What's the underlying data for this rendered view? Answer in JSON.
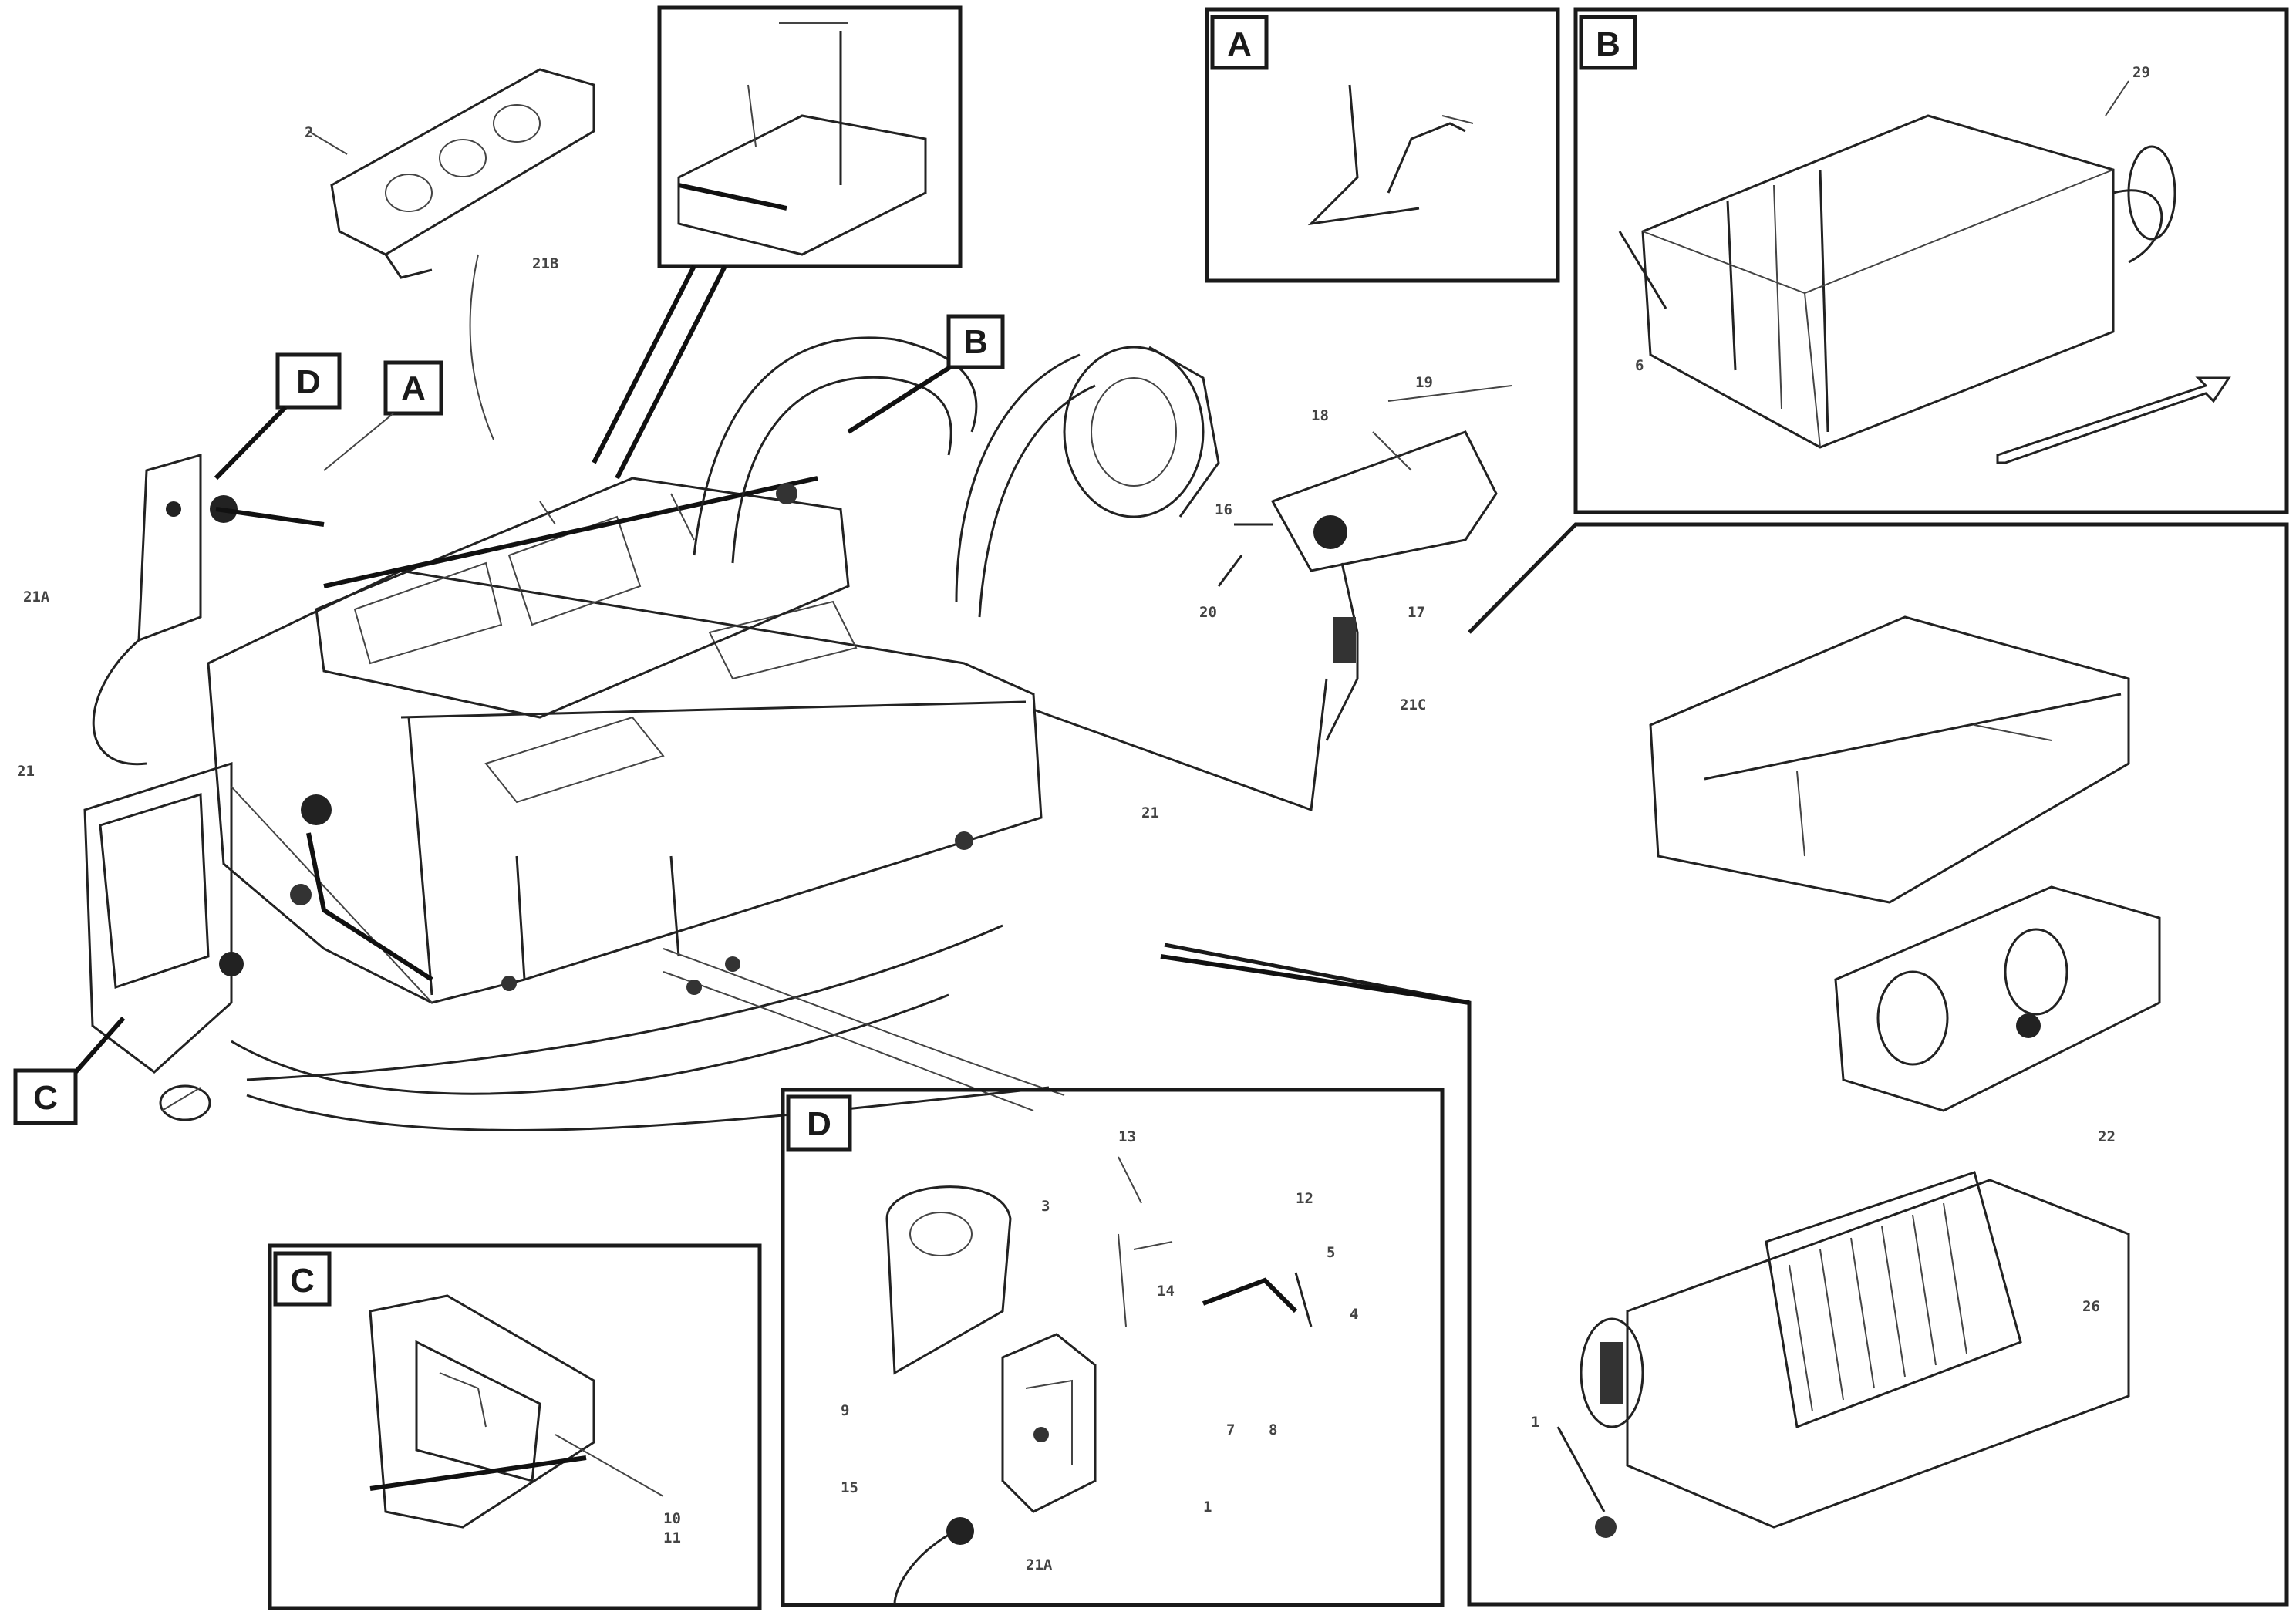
{
  "drawing": {
    "reference_code": [
      "",
      "",
      ""
    ]
  },
  "tags": {
    "A": "A",
    "B": "B",
    "C": "C",
    "D": "D"
  },
  "part_labels": {
    "top_switch": "2",
    "top_switch_b": "21B",
    "left_bracket": "21A",
    "left_cable": "21",
    "connector_19": "19",
    "connector_18": "18",
    "connector_16": "16",
    "connector_17": "17",
    "connector_20": "20",
    "cable_21c": "21C",
    "cable_21": "21",
    "b_label_29": "29",
    "b_label_6": "6",
    "d_label_13": "13",
    "d_label_3": "3",
    "d_label_12": "12",
    "d_label_5": "5",
    "d_label_4": "4",
    "d_label_14": "14",
    "d_label_7": "7",
    "d_label_8": "8",
    "d_label_9": "9",
    "d_label_15": "15",
    "d_label_21a": "21A",
    "d_label_1": "1",
    "c_label_10": "10",
    "c_label_11": "11",
    "r_label_1": "1",
    "r_label_22": "22",
    "r_label_26": "26"
  }
}
